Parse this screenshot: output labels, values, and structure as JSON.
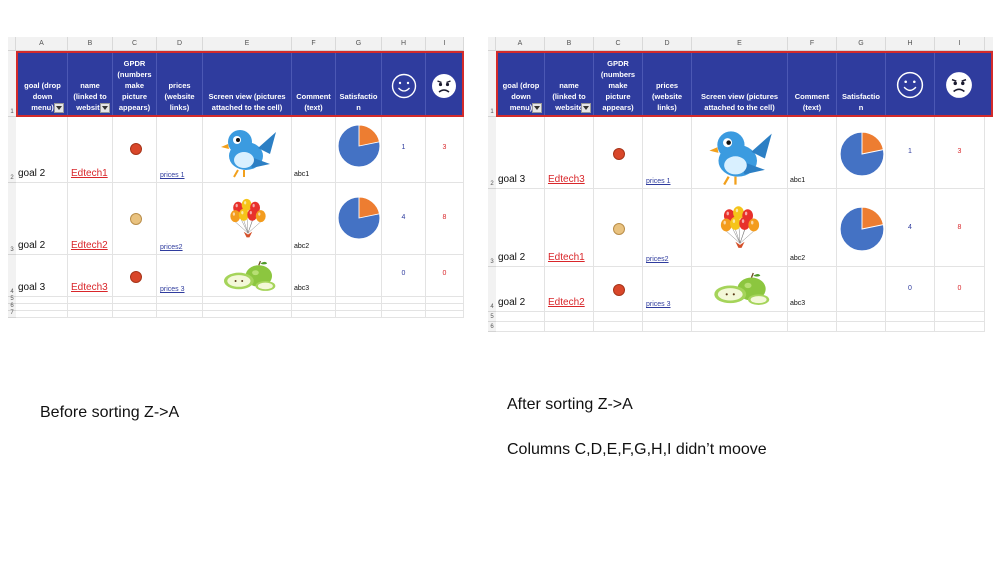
{
  "before": {
    "columns": [
      "A",
      "B",
      "C",
      "D",
      "E",
      "F",
      "G",
      "H",
      "I"
    ],
    "row_numbers": [
      "1",
      "2",
      "3",
      "4",
      "5",
      "6",
      "7"
    ],
    "headers": {
      "goal": "goal (drop\ndown\nmenu)",
      "name": "name\n(linked to\nwebsite",
      "gpdr": "GPDR\n(numbers\nmake\npicture\nappears)",
      "prices": "prices\n(website\nlinks)",
      "screen": "Screen view (pictures\nattached to the cell)",
      "comment": "Comment\n(text)",
      "satisfaction": "Satisfactio\nn",
      "happy_icon": "smiley-face",
      "sad_icon": "sad-face"
    },
    "rows": [
      {
        "goal": "goal 2",
        "name": "Edtech1",
        "gpdr": "red",
        "price": "prices 1",
        "picture": "bird",
        "comment": "abc1",
        "pie": true,
        "happy": "1",
        "sad": "3"
      },
      {
        "goal": "goal 2",
        "name": "Edtech2",
        "gpdr": "tan",
        "price": "prices2",
        "picture": "balloons",
        "comment": "abc2",
        "pie": true,
        "happy": "4",
        "sad": "8"
      },
      {
        "goal": "goal 3",
        "name": "Edtech3",
        "gpdr": "red",
        "price": "prices 3",
        "picture": "apples",
        "comment": "abc3",
        "pie": false,
        "happy": "0",
        "sad": "0"
      }
    ]
  },
  "after": {
    "columns": [
      "A",
      "B",
      "C",
      "D",
      "E",
      "F",
      "G",
      "H",
      "I"
    ],
    "row_numbers": [
      "1",
      "2",
      "3",
      "4",
      "5",
      "6"
    ],
    "headers": {
      "goal": "goal (drop\ndown\nmenu)",
      "name": "name\n(linked to\nwebsite",
      "gpdr": "GPDR\n(numbers\nmake\npicture\nappears)",
      "prices": "prices\n(website\nlinks)",
      "screen": "Screen view (pictures\nattached to the cell)",
      "comment": "Comment\n(text)",
      "satisfaction": "Satisfactio\nn",
      "happy_icon": "smiley-face",
      "sad_icon": "sad-face"
    },
    "rows": [
      {
        "goal": "goal 3",
        "name": "Edtech3",
        "gpdr": "red",
        "price": "prices 1",
        "picture": "bird",
        "comment": "abc1",
        "pie": true,
        "happy": "1",
        "sad": "3"
      },
      {
        "goal": "goal 2",
        "name": "Edtech1",
        "gpdr": "tan",
        "price": "prices2",
        "picture": "balloons",
        "comment": "abc2",
        "pie": true,
        "happy": "4",
        "sad": "8"
      },
      {
        "goal": "goal 2",
        "name": "Edtech2",
        "gpdr": "red",
        "price": "prices 3",
        "picture": "apples",
        "comment": "abc3",
        "pie": false,
        "happy": "0",
        "sad": "0"
      }
    ]
  },
  "captions": {
    "before": "Before sorting Z->A",
    "after_line1": "After sorting Z->A",
    "after_line2": "Columns C,D,E,F,G,H,I didn’t moove"
  },
  "colors": {
    "header_blue": "#2f3c9e",
    "border_red": "#d32b2b",
    "link_red": "#d9262a",
    "pie_blue": "#4472c4",
    "pie_orange": "#ed7d31"
  }
}
